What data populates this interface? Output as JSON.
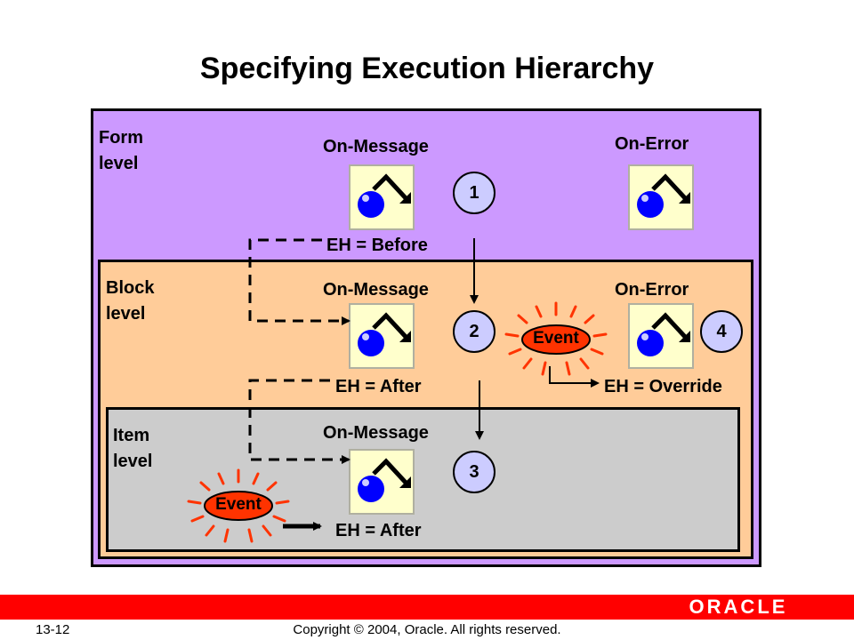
{
  "title": "Specifying Execution Hierarchy",
  "colors": {
    "form_bg": "#cc99ff",
    "block_bg": "#ffcc99",
    "item_bg": "#cccccc",
    "step_circle": "#ccccff",
    "event_fill": "#ff3300",
    "event_rays": "#ff3300",
    "footer_bar": "#ff0000",
    "icon_bg": "#ffffcc",
    "icon_ball": "#0000ff"
  },
  "levels": {
    "form": {
      "label_line1": "Form",
      "label_line2": "level",
      "triggers": [
        {
          "label": "On-Message",
          "icon": "trigger-icon"
        },
        {
          "label": "On-Error",
          "icon": "trigger-icon"
        }
      ],
      "eh": "EH = Before"
    },
    "block": {
      "label_line1": "Block",
      "label_line2": "level",
      "triggers": [
        {
          "label": "On-Message",
          "icon": "trigger-icon",
          "eh": "EH = After"
        },
        {
          "label": "On-Error",
          "icon": "trigger-icon",
          "eh": "EH = Override"
        }
      ]
    },
    "item": {
      "label_line1": "Item",
      "label_line2": "level",
      "triggers": [
        {
          "label": "On-Message",
          "icon": "trigger-icon",
          "eh": "EH = After"
        }
      ]
    }
  },
  "steps": [
    "1",
    "2",
    "3",
    "4"
  ],
  "events": {
    "block_event": "Event",
    "item_event": "Event"
  },
  "footer": {
    "slide_number": "13-12",
    "copyright": "Copyright © 2004, Oracle.  All rights reserved.",
    "logo_text": "ORACLE"
  }
}
